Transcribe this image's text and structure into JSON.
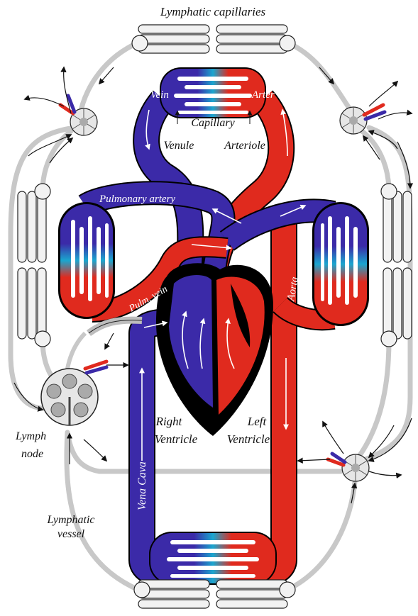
{
  "labels": {
    "lymphatic_capillaries": "Lymphatic capillaries",
    "vein": "Vein",
    "arter": "Arter",
    "capillary": "Capillary",
    "venule": "Venule",
    "arteriole": "Arteriole",
    "pulmonary_artery": "Pulmonary artery",
    "pulm_vein": "Pulm. vein",
    "aorta": "Aorta",
    "right": "Right",
    "ventricle_right": "Ventricle",
    "left": "Left",
    "ventricle_left": "Ventricle",
    "vena_cava": "Vena Cava",
    "lymph": "Lymph",
    "node": "node",
    "lymphatic": "Lymphatic",
    "vessel": "vessel"
  },
  "colors": {
    "deoxygenated": "#3b2aa8",
    "oxygenated": "#e02a1e",
    "capillary_mid": "#1aa6cf",
    "lymph_vessel": "#c8c8c8",
    "heart_outline": "#000000"
  }
}
